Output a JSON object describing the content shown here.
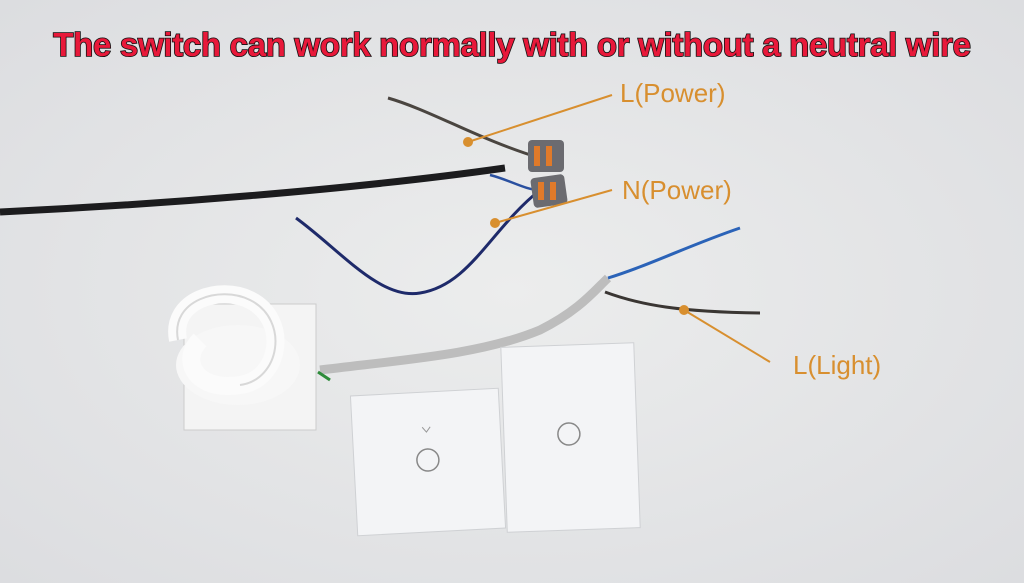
{
  "title": "The switch can work normally with or without a neutral wire",
  "labels": {
    "l_power": "L(Power)",
    "n_power": "N(Power)",
    "l_light": "L(Light)"
  },
  "colors": {
    "title_fill": "#e8193a",
    "title_outline": "#111111",
    "label": "#d88f2f",
    "background": "#e6e7e9"
  }
}
